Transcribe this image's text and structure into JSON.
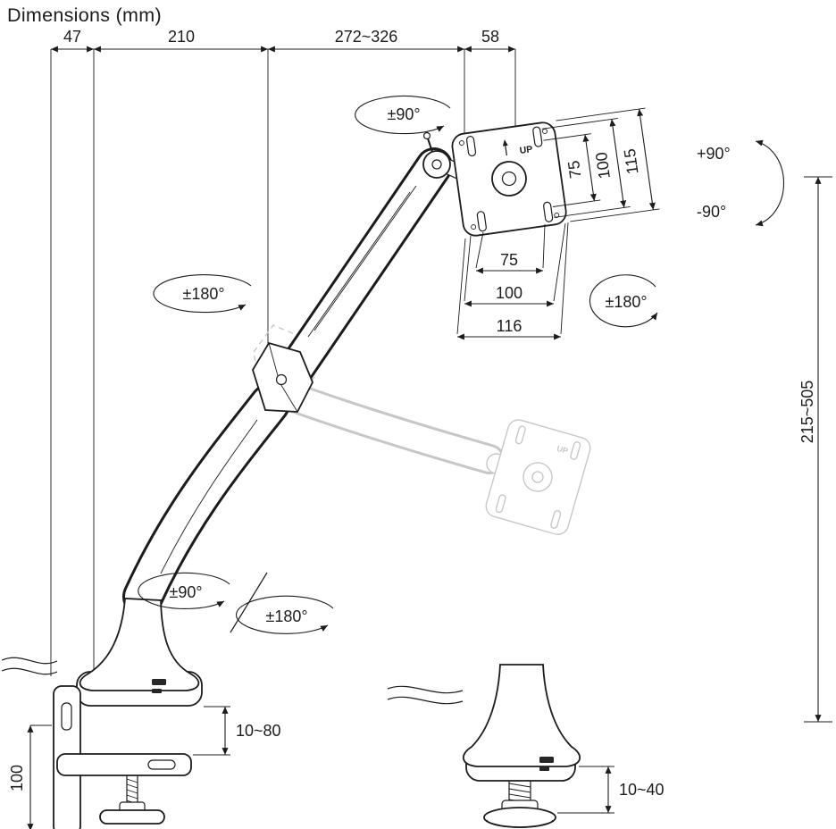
{
  "title": "Dimensions (mm)",
  "top_dimensions": {
    "seg1": "47",
    "seg2": "210",
    "seg3": "272~326",
    "seg4": "58"
  },
  "vesa": {
    "up_label": "UP",
    "side_dims": {
      "inner": "75",
      "middle": "100",
      "outer": "115"
    },
    "bottom_dims": {
      "inner": "75",
      "middle": "100",
      "outer": "116"
    }
  },
  "rotations": {
    "head_swivel": "±90°",
    "tilt_up": "+90°",
    "tilt_down": "-90°",
    "arm_swivel": "±180°",
    "vesa_rotate": "±180°",
    "base_swivel": "±90°",
    "base_rotate": "±180°"
  },
  "height_adjustment": "215~505",
  "clamp": {
    "plate_height": "100",
    "desk_thickness": "10~80"
  },
  "grommet": {
    "desk_thickness": "10~40"
  },
  "colors": {
    "ink": "#1c1c1c",
    "ghost": "#c7c7c7",
    "background": "#ffffff"
  }
}
